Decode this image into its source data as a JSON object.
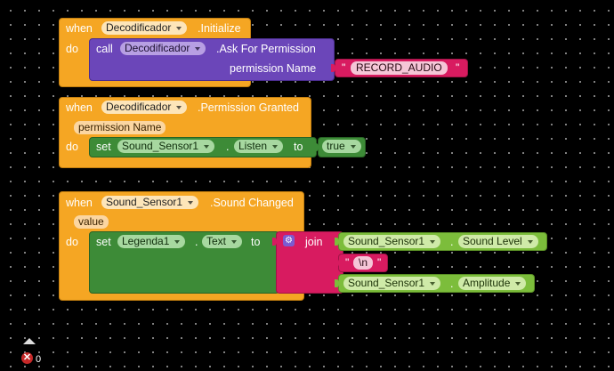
{
  "keywords": {
    "when": "when",
    "do": "do",
    "call": "call",
    "set": "set",
    "to": "to",
    "join": "join"
  },
  "block1": {
    "component": "Decodificador",
    "event": ".Initialize",
    "call_component": "Decodificador",
    "call_method": ".Ask For Permission",
    "arg_label": "permission Name",
    "arg_value": "RECORD_AUDIO"
  },
  "block2": {
    "component": "Decodificador",
    "event": ".Permission Granted",
    "param": "permission Name",
    "set_component": "Sound_Sensor1",
    "set_property": "Listen",
    "value": "true"
  },
  "block3": {
    "component": "Sound_Sensor1",
    "event": ".Sound Changed",
    "param": "value",
    "set_component": "Legenda1",
    "set_property": "Text",
    "join_items": [
      {
        "component": "Sound_Sensor1",
        "property": "Sound Level"
      },
      {
        "text": "\\n"
      },
      {
        "component": "Sound_Sensor1",
        "property": "Amplitude"
      }
    ]
  },
  "string_quote": "\"",
  "status": {
    "error_count": "0"
  },
  "colors": {
    "event": "#f5a623",
    "procedure": "#6b46b9",
    "text": "#d81b60",
    "setter": "#3d8b37",
    "getter": "#7cbd3b",
    "workspace": "#000000"
  }
}
